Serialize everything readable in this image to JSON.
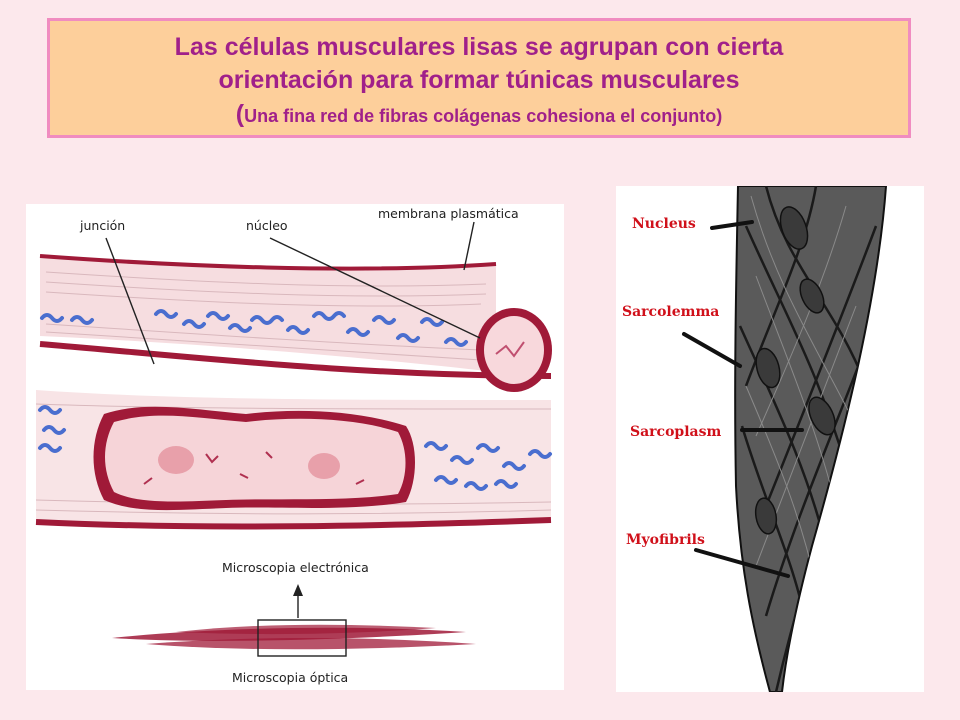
{
  "title": {
    "line1": "Las células musculares lisas se agrupan con cierta",
    "line2": "orientación para formar túnicas musculares",
    "sub_open": "(",
    "sub_text": "Una fina red de fibras colágenas cohesiona el conjunto",
    "sub_close": ")"
  },
  "left_diagram": {
    "labels": {
      "junction": "junción",
      "nucleus": "núcleo",
      "membrane": "membrana plasmática",
      "electron_microscopy": "Microscopia electrónica",
      "optical_microscopy": "Microscopia óptica"
    }
  },
  "right_diagram": {
    "labels": {
      "nucleus": "Nucleus",
      "sarcolemma": "Sarcolemma",
      "sarcoplasm": "Sarcoplasm",
      "myofibrils": "Myofibrils"
    }
  },
  "colors": {
    "background": "#fce8ec",
    "title_bg": "#fdcf9b",
    "title_border": "#f08cc0",
    "title_text": "#a0208a",
    "membrane": "#a01a38",
    "cytoplasm": "#f6dde0",
    "fiber_blue": "#4a6ecf",
    "right_label": "#d0101a"
  }
}
